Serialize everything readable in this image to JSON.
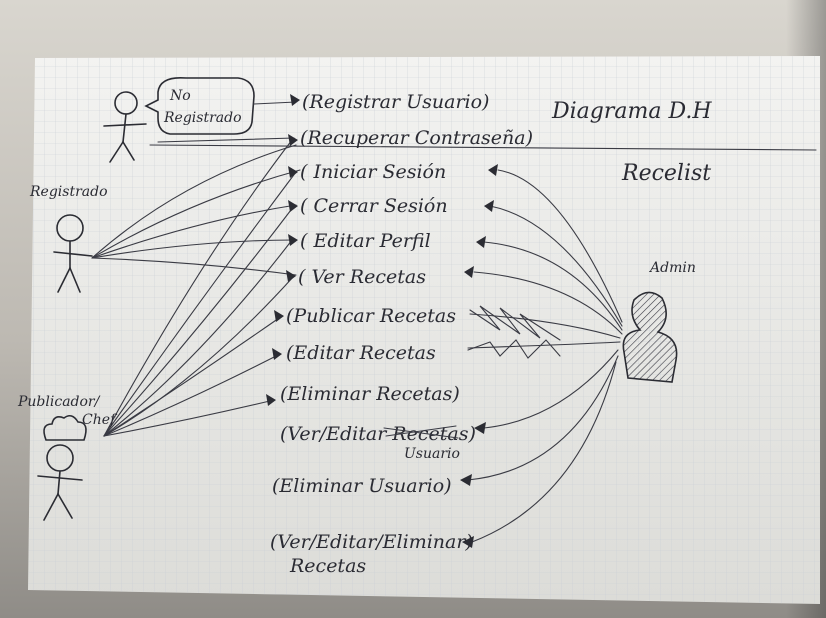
{
  "diagram": {
    "title": "Diagrama D.H",
    "subtitle": "Recelist",
    "actors": {
      "unregistered": "No Registrado",
      "registered": "Registrado",
      "publisher_line1": "Publicador/",
      "publisher_line2": "Chef",
      "admin": "Admin"
    },
    "use_cases": [
      "(Registrar Usuario)",
      "(Recuperar Contraseña)",
      "( Iniciar Sesión",
      "( Cerrar Sesión",
      "( Editar Perfil",
      "( Ver Recetas",
      "(Publicar Recetas",
      "(Editar Recetas",
      "(Eliminar Recetas)",
      "(Ver/Editar Recetas)",
      "(Eliminar Usuario)",
      "(Ver/Editar/Eliminar)",
      "Recetas"
    ],
    "crossed_word_fix": "Usuario"
  }
}
